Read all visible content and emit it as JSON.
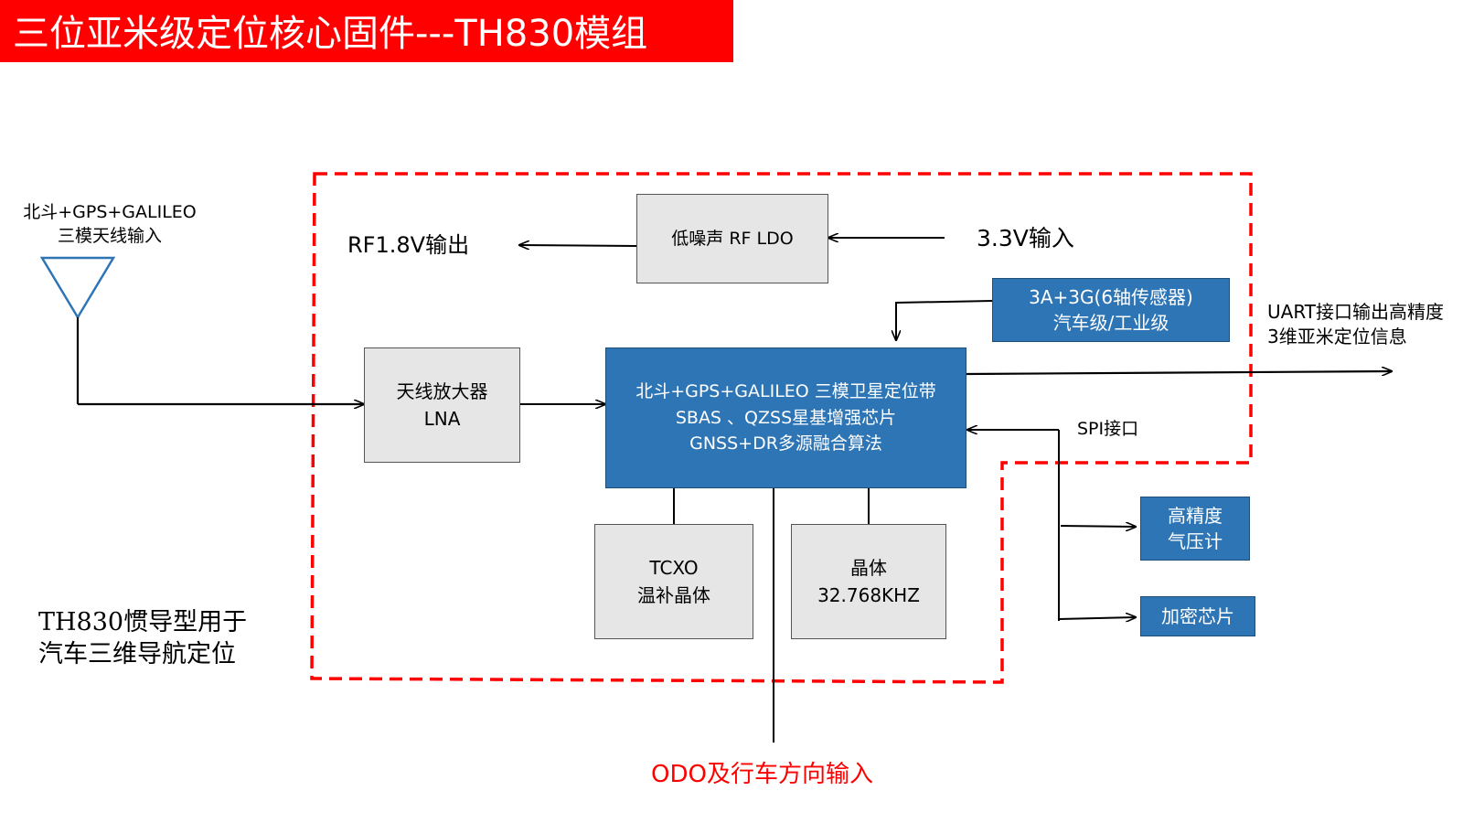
{
  "title": "三位亚米级定位核心固件---TH830模组",
  "antenna_label": [
    "北斗+GPS+GALILEO",
    "三模天线输入"
  ],
  "rf_out_label": "RF1.8V输出",
  "ldo_box": "低噪声 RF  LDO",
  "power_in_label": "3.3V输入",
  "sensor_box": [
    "3A+3G(6轴传感器)",
    "汽车级/工业级"
  ],
  "uart_label": [
    "UART接口输出高精度",
    "3维亚米定位信息"
  ],
  "lna_box": [
    "天线放大器",
    "LNA"
  ],
  "chip_box": [
    "北斗+GPS+GALILEO 三模卫星定位带",
    "SBAS 、QZSS星基增强芯片",
    "GNSS+DR多源融合算法"
  ],
  "spi_label": "SPI接口",
  "barometer_box": [
    "高精度",
    "气压计"
  ],
  "crypto_box": "加密芯片",
  "tcxo_box": [
    "TCXO",
    "温补晶体"
  ],
  "crystal_box": [
    "晶体",
    "32.768KHZ"
  ],
  "usage_note": [
    "TH830惯导型用于",
    "汽车三维导航定位"
  ],
  "odo_label": "ODO及行车方向输入",
  "colors": {
    "title_bg": "#ff0000",
    "title_text": "#ffffff",
    "boundary_dash": "#ff0000",
    "chip_blue": "#2e75b6",
    "box_gray": "#e6e6e6",
    "odo_text": "#ff0000"
  }
}
